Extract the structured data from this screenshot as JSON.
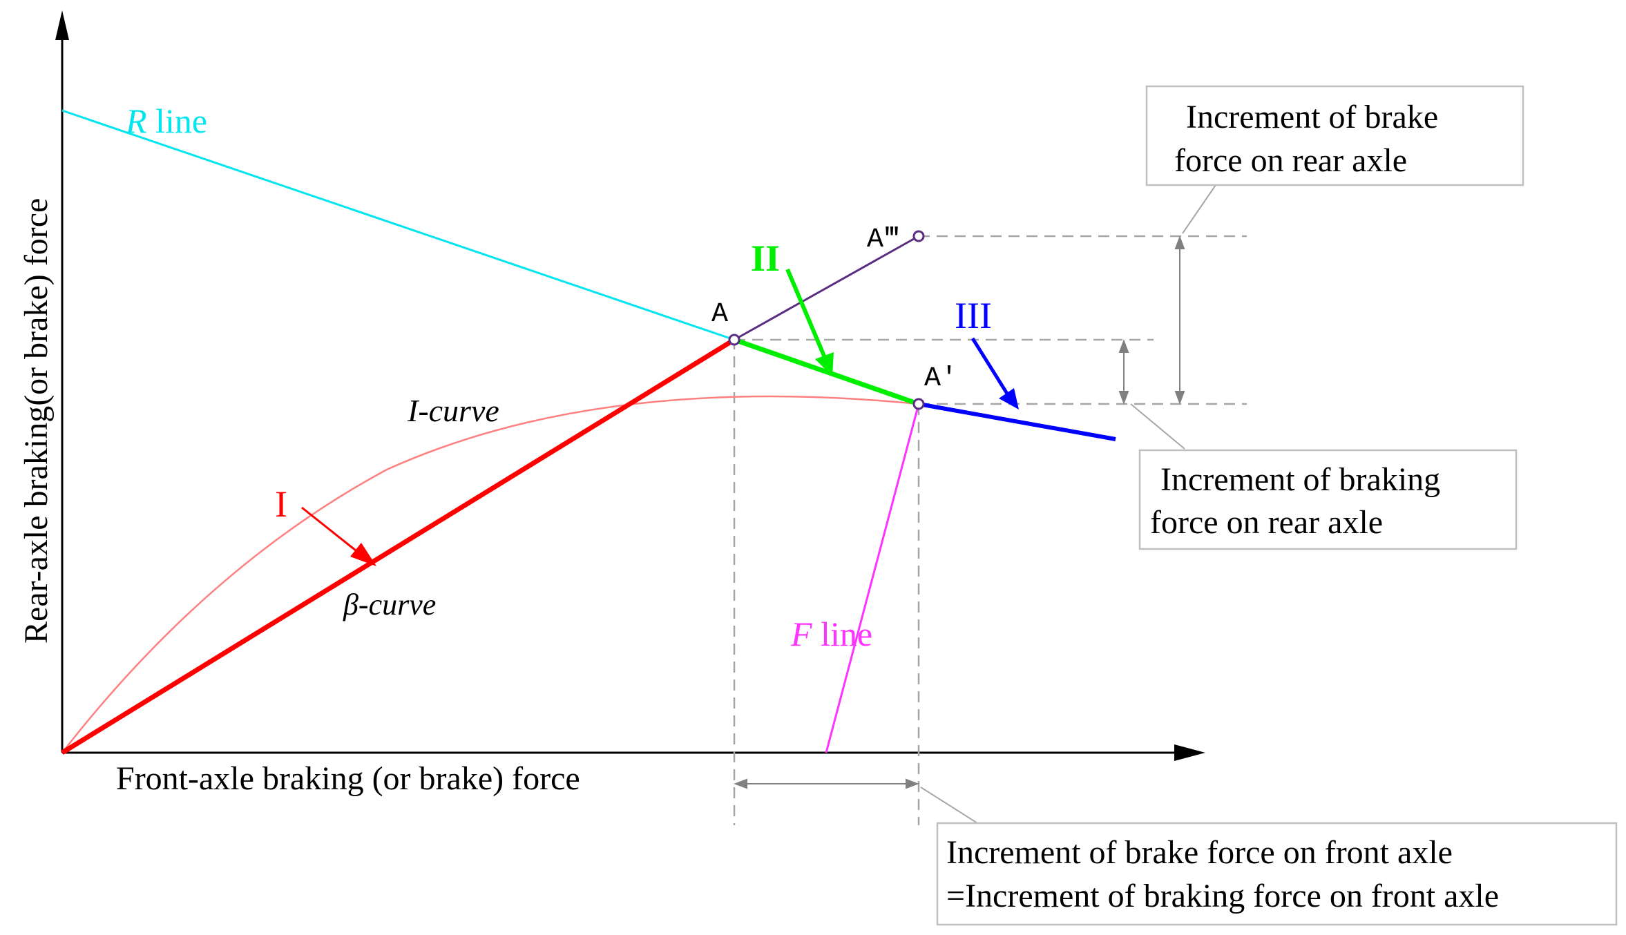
{
  "axes": {
    "x_label": "Front-axle braking (or brake) force",
    "y_label": "Rear-axle braking(or brake) force"
  },
  "lines": {
    "r_line": {
      "letter": "R",
      "word": "line"
    },
    "f_line": {
      "letter": "F",
      "word": "line"
    },
    "i_curve": "I-curve",
    "beta_curve": {
      "symbol": "β",
      "text": "-curve"
    }
  },
  "points": {
    "a": "A",
    "a_prime": "A′",
    "a_triple": "A‴"
  },
  "stages": {
    "i": "I",
    "ii": "II",
    "iii": "III"
  },
  "callouts": {
    "rear_brake": [
      "Increment of  brake",
      "force on rear axle"
    ],
    "rear_braking": [
      "Increment of  braking",
      "force on rear axle"
    ],
    "front": [
      "Increment of brake force on front axle",
      "=Increment of braking force on front axle"
    ]
  },
  "colors": {
    "r_line": "#00e5ee",
    "f_line": "#ff33ff",
    "i_curve": "#ff8080",
    "stage_i": "#ff0000",
    "stage_ii": "#00ee00",
    "stage_iii": "#0000ff",
    "a_triple_segment": "#5a2d82",
    "guides": "#a6a6a6",
    "axes": "#000000"
  }
}
